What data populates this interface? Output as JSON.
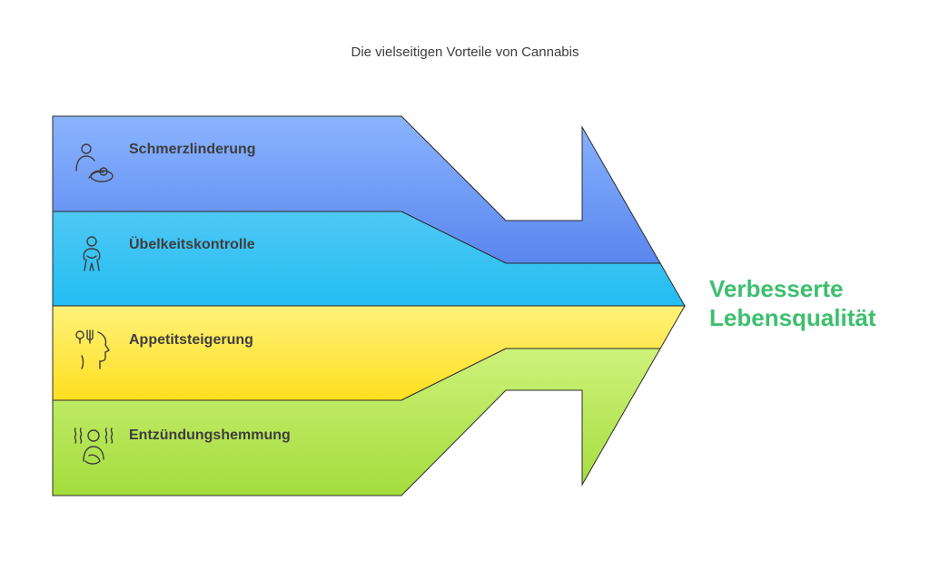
{
  "title": "Die vielseitigen Vorteile von Cannabis",
  "bands": [
    {
      "label": "Schmerzlinderung",
      "icon": "caregiver-icon",
      "color_top": "#8ab4ff",
      "color_bottom": "#5a86ee"
    },
    {
      "label": "Übelkeitskontrolle",
      "icon": "person-nausea-icon",
      "color_top": "#4fc8f4",
      "color_bottom": "#22bdf2"
    },
    {
      "label": "Appetitsteigerung",
      "icon": "appetite-icon",
      "color_top": "#fff27a",
      "color_bottom": "#ffde1f"
    },
    {
      "label": "Entzündungshemmung",
      "icon": "inflammation-icon",
      "color_top": "#cdf17a",
      "color_bottom": "#a4dd3c"
    }
  ],
  "outcome": {
    "line1": "Verbesserte",
    "line2": "Lebensqualität",
    "color": "#3dbf6e"
  }
}
